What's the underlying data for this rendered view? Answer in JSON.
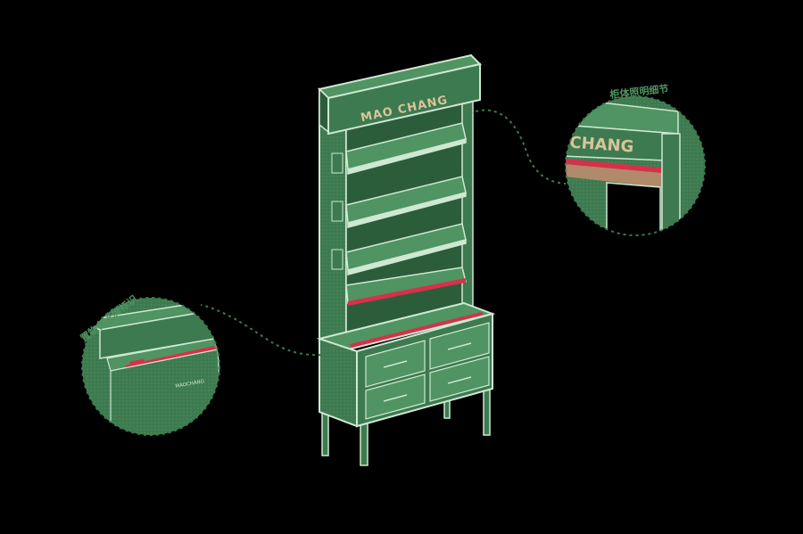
{
  "brand": {
    "name": "MAO CHANG",
    "name_detail": "CHANG",
    "drawer_label": "MAOCHANG",
    "detail_plate": "MAOCHANG"
  },
  "callouts": {
    "light_detail": "柜体照明细节",
    "shelf_label": "置物台卡牌标识"
  },
  "colors": {
    "background": "#000000",
    "cabinet_green": "#3d7a4f",
    "cabinet_dark": "#2c5d3b",
    "cabinet_light": "#4f9462",
    "outline": "#cfe8d2",
    "accent_red": "#d8304a",
    "sign_text": "#d9c49a",
    "wood": "#b08a6a"
  },
  "icons": [
    "display-cabinet",
    "magnifier-circle"
  ]
}
